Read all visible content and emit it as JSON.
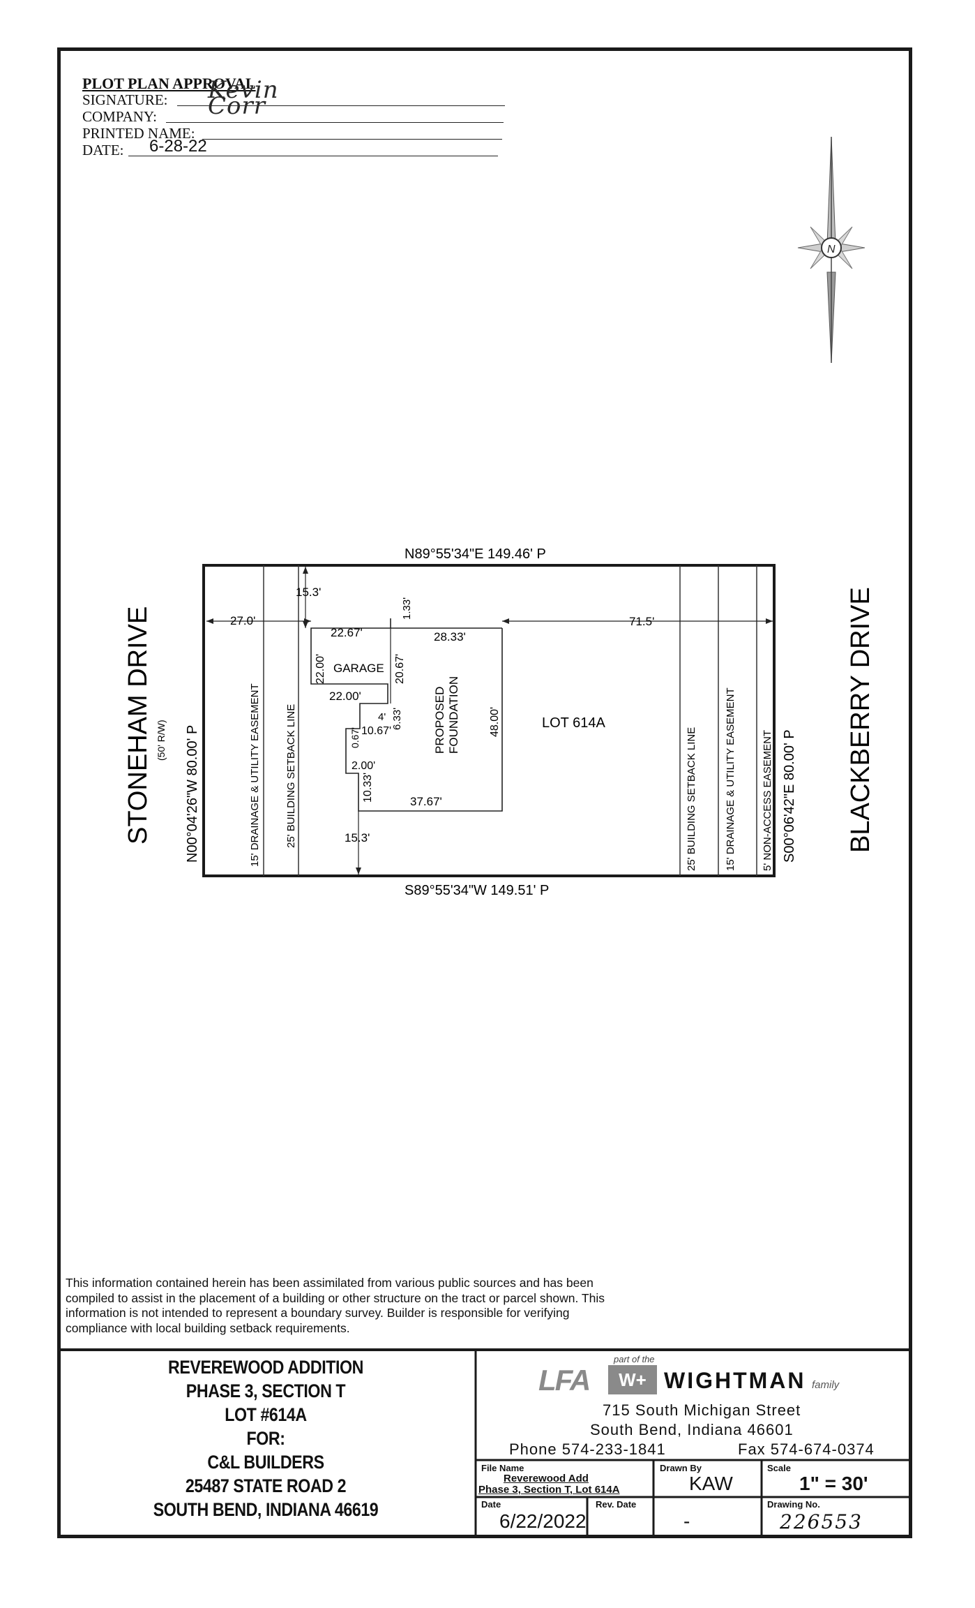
{
  "approval": {
    "title": "PLOT PLAN APPROVAL",
    "signature_label": "SIGNATURE:",
    "signature_value": "Kevin Corr",
    "company_label": "COMPANY:",
    "printed_name_label": "PRINTED NAME:",
    "date_label": "DATE:",
    "date_value": "6-28-22"
  },
  "plan": {
    "north_line": "N89°55'34\"E   149.46'  P",
    "south_line": "S89°55'34\"W   149.51'  P",
    "west_line": "N00°04'26\"W   80.00'  P",
    "east_line": "S00°06'42\"E   80.00'  P",
    "west_street": "STONEHAM DRIVE",
    "west_street_row": "(50' R/W)",
    "east_street": "BLACKBERRY DRIVE",
    "easement_drainage": "15' DRAINAGE & UTILITY EASEMENT",
    "setback_line": "25' BUILDING SETBACK LINE",
    "non_access": "5' NON-ACCESS EASEMENT",
    "garage": "GARAGE",
    "foundation_1": "PROPOSED",
    "foundation_2": "FOUNDATION",
    "lot": "LOT 614A",
    "dims": {
      "d27": "27.0'",
      "d153_top": "15.3'",
      "d153_bot": "15.3'",
      "d2267": "22.67'",
      "d133": "1.33'",
      "d2833": "28.33'",
      "d715": "71.5'",
      "d2200_v": "22.00'",
      "d2067": "20.67'",
      "d2200_h": "22.00'",
      "d4": "4'",
      "d633": "6.33'",
      "d1067": "10.67'",
      "d067": "0.67'",
      "d200": "2.00'",
      "d1033": "10.33'",
      "d3767": "37.67'",
      "d4800": "48.00'"
    }
  },
  "notice": "This information contained herein has been assimilated from various public sources and has been compiled to assist in the placement of a building or other structure on the tract or parcel shown. This information is not intended to represent a boundary survey. Builder is responsible for verifying compliance with local building setback requirements.",
  "project": {
    "line1": "REVEREWOOD ADDITION",
    "line2": "PHASE 3, SECTION T",
    "line3": "LOT #614A",
    "line4": "FOR:",
    "line5": "C&L BUILDERS",
    "line6": "25487 STATE ROAD 2",
    "line7": "SOUTH BEND, INDIANA 46619"
  },
  "company": {
    "part_of": "part of the",
    "logo_text": "LFA",
    "badge": "W+",
    "name": "WIGHTMAN",
    "family": "family",
    "street": "715 South Michigan Street",
    "city": "South Bend, Indiana   46601",
    "phone": "Phone 574-233-1841",
    "fax": "Fax 574-674-0374"
  },
  "info": {
    "file_label": "File Name",
    "file_value_1": "Reverewood Add",
    "file_value_2": "Phase 3, Section T, Lot 614A",
    "drawn_label": "Drawn By",
    "drawn_value": "KAW",
    "scale_label": "Scale",
    "scale_value": "1\" = 30'",
    "date_label": "Date",
    "date_value": "6/22/2022",
    "rev_label": "Rev. Date",
    "rev_value": "-",
    "drawing_label": "Drawing No.",
    "drawing_value": "226553"
  }
}
